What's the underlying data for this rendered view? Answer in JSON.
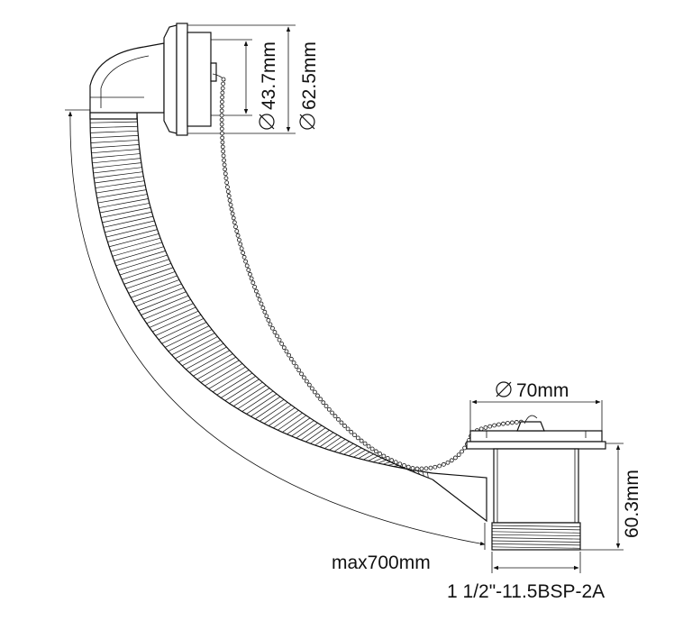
{
  "labels": {
    "inner_dia": "43.7mm",
    "outer_dia": "62.5mm",
    "plug_dia": "70mm",
    "height": "60.3mm",
    "max_length": "max700mm",
    "thread": "1 1/2\"-11.5BSP-2A"
  },
  "symbols": {
    "diameter": "diameter-symbol"
  },
  "colors": {
    "stroke": "#111111",
    "background": "#ffffff"
  }
}
